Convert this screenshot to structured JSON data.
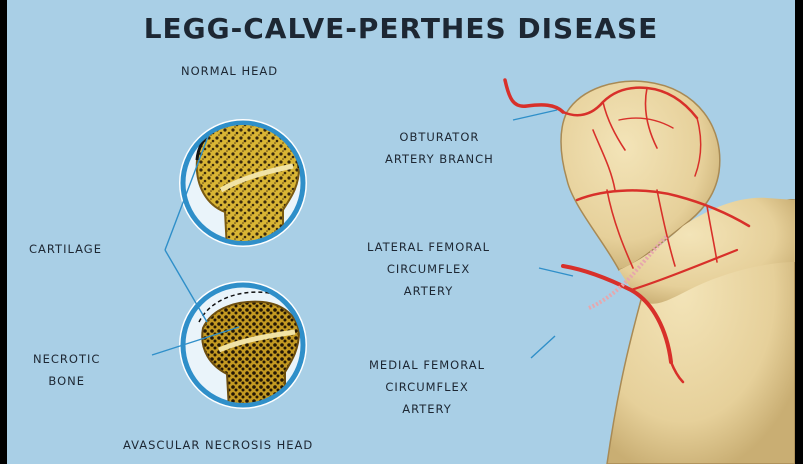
{
  "title": "LEGG-CALVE-PERTHES DISEASE",
  "labels": {
    "normal_head": "NORMAL HEAD",
    "avascular_head": "AVASCULAR NECROSIS HEAD",
    "cartilage": "CARTILAGE",
    "necrotic_line1": "NECROTIC",
    "necrotic_line2": "BONE",
    "obturator_line1": "OBTURATOR",
    "obturator_line2": "ARTERY BRANCH",
    "lateral_line1": "LATERAL FEMORAL",
    "lateral_line2": "CIRCUMFLEX",
    "lateral_line3": "ARTERY",
    "medial_line1": "MEDIAL FEMORAL",
    "medial_line2": "CIRCUMFLEX",
    "medial_line3": "ARTERY"
  },
  "colors": {
    "background": "#a9cfe6",
    "circle_ring": "#2f8fc9",
    "bone": "#e8d6a0",
    "trabecular": "#c9a227",
    "artery": "#d8302a",
    "text": "#1d2733"
  }
}
